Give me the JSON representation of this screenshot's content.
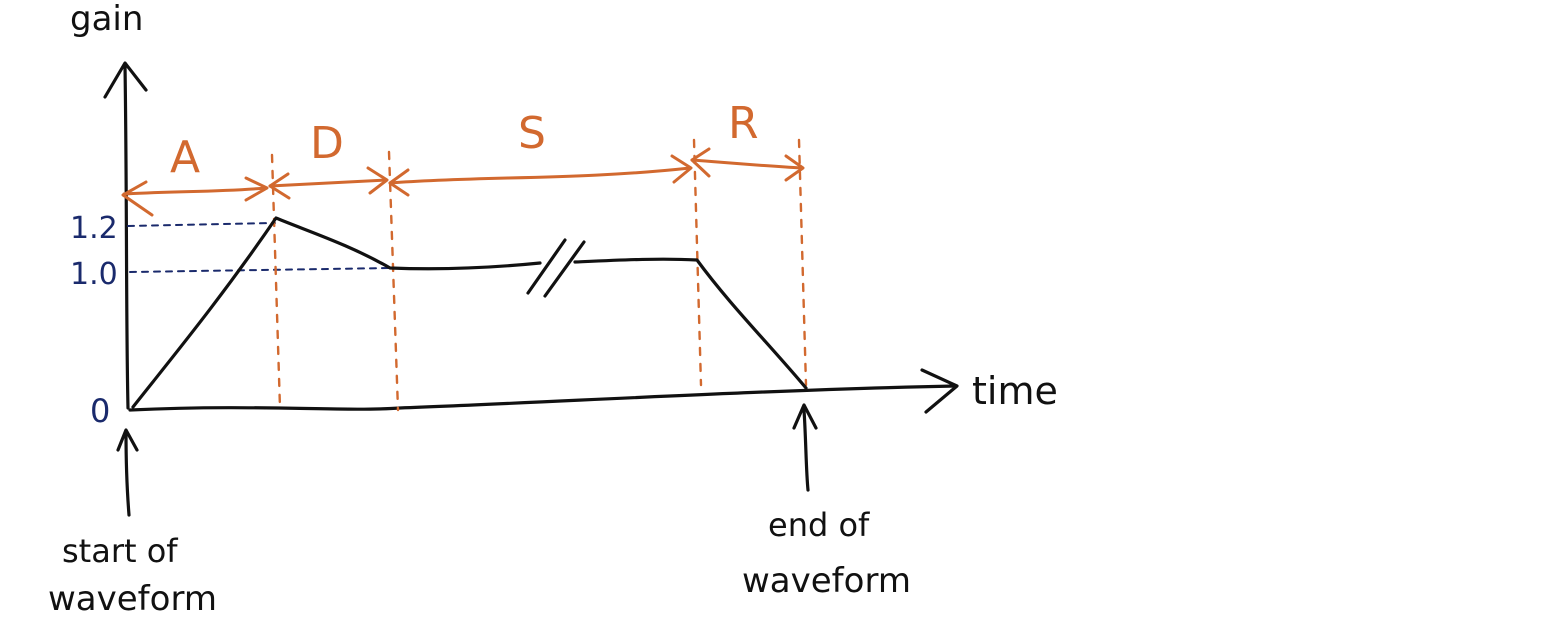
{
  "axes": {
    "y_label": "gain",
    "x_label": "time"
  },
  "y_ticks": {
    "peak": "1.2",
    "sustain": "1.0",
    "zero": "0"
  },
  "phases": {
    "attack": "A",
    "decay": "D",
    "sustain": "S",
    "release": "R"
  },
  "annotations": {
    "start_line1": "start of",
    "start_line2": "waveform",
    "end_line1": "end of",
    "end_line2": "waveform"
  },
  "colors": {
    "ink": "#111111",
    "phase": "#d2692f",
    "level": "#1a2a6c"
  }
}
